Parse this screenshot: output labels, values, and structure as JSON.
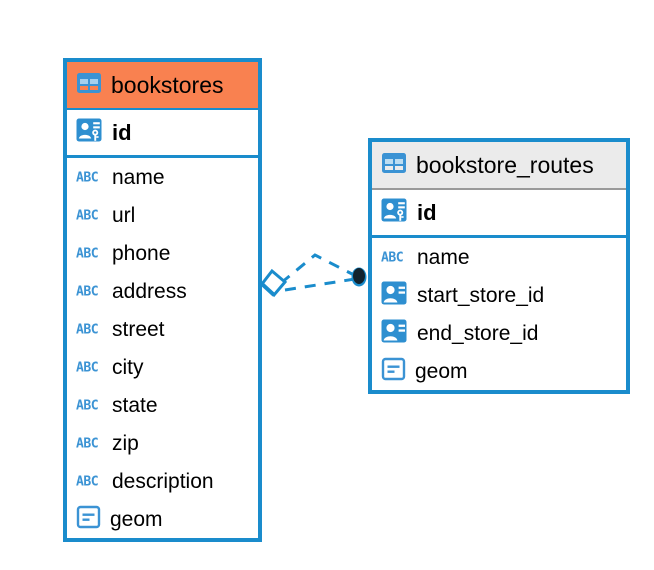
{
  "diagram": {
    "type": "entity-relationship-diagram",
    "background_color": "#ffffff",
    "accent_color": "#1a8ccc",
    "entities": [
      {
        "name": "bookstores",
        "header_color": "#f98150",
        "header_icon": "table-icon",
        "primary_keys": [
          {
            "label": "id",
            "icon": "primary-key-icon"
          }
        ],
        "fields": [
          {
            "label": "name",
            "icon": "abc-string-icon"
          },
          {
            "label": "url",
            "icon": "abc-string-icon"
          },
          {
            "label": "phone",
            "icon": "abc-string-icon"
          },
          {
            "label": "address",
            "icon": "abc-string-icon"
          },
          {
            "label": "street",
            "icon": "abc-string-icon"
          },
          {
            "label": "city",
            "icon": "abc-string-icon"
          },
          {
            "label": "state",
            "icon": "abc-string-icon"
          },
          {
            "label": "zip",
            "icon": "abc-string-icon"
          },
          {
            "label": "description",
            "icon": "abc-string-icon"
          },
          {
            "label": "geom",
            "icon": "geometry-icon"
          }
        ]
      },
      {
        "name": "bookstore_routes",
        "header_color": "#ebebeb",
        "header_icon": "table-icon",
        "primary_keys": [
          {
            "label": "id",
            "icon": "primary-key-icon"
          }
        ],
        "fields": [
          {
            "label": "name",
            "icon": "abc-string-icon"
          },
          {
            "label": "start_store_id",
            "icon": "foreign-key-icon"
          },
          {
            "label": "end_store_id",
            "icon": "foreign-key-icon"
          },
          {
            "label": "geom",
            "icon": "geometry-icon"
          }
        ]
      }
    ],
    "relationship": {
      "style": "dashed",
      "color": "#1a8ccc",
      "source_marker": "diamond-outline-marker",
      "target_marker": "filled-circle-marker",
      "target_marker_color": "#12232e"
    },
    "icon_labels": {
      "abc_text": "ABC"
    }
  }
}
